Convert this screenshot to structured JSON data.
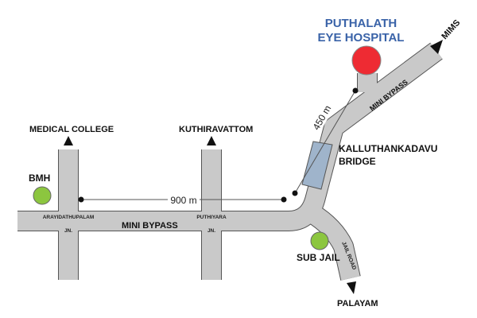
{
  "map": {
    "hospital": {
      "name_line1": "PUTHALATH",
      "name_line2": "EYE HOSPITAL",
      "marker_color": "#ee2b33",
      "title_color": "#3a63a8"
    },
    "roads": {
      "road_color": "#c9c9c9",
      "outline_color": "#555555",
      "bridge_color": "#9fb4cb",
      "main_road_label": "MINI BYPASS",
      "diagonal_road_label": "MINI BYPASS",
      "jail_road_label": "JAIL ROAD"
    },
    "destinations": {
      "medical_college": "MEDICAL COLLEGE",
      "kuthiravattom": "KUTHIRAVATTOM",
      "mims": "MIMS",
      "palayam": "PALAYAM"
    },
    "junctions": {
      "arayidathupalam_line1": "ARAYIDATHUPALAM",
      "arayidathupalam_line2": "JN.",
      "puthiyara_line1": "PUTHIYARA",
      "puthiyara_line2": "JN."
    },
    "landmarks": {
      "bridge_line1": "KALLUTHANKADAVU",
      "bridge_line2": "BRIDGE",
      "bmh": "BMH",
      "sub_jail": "SUB JAIL",
      "landmark_color": "#8cc63f"
    },
    "distances": {
      "main": "900 m",
      "diagonal": "450 m"
    }
  }
}
